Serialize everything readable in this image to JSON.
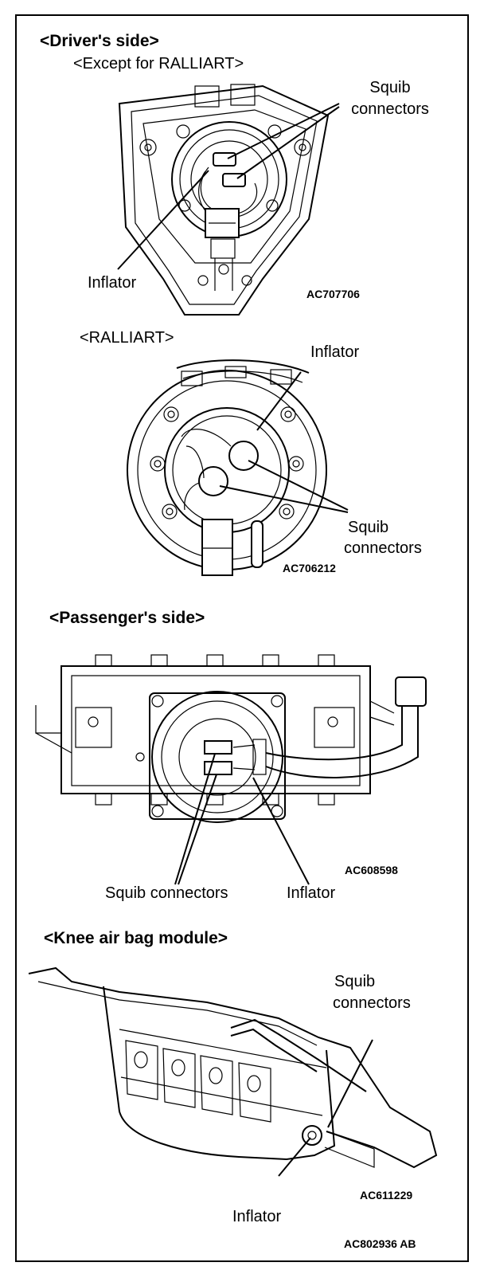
{
  "sections": {
    "driver": {
      "heading": "<Driver's side>",
      "except_ralliart": {
        "subheading": "<Except for RALLIART>",
        "squib_label_line1": "Squib",
        "squib_label_line2": "connectors",
        "inflator_label": "Inflator",
        "code": "AC707706"
      },
      "ralliart": {
        "subheading": "<RALLIART>",
        "inflator_label": "Inflator",
        "squib_label_line1": "Squib",
        "squib_label_line2": "connectors",
        "code": "AC706212"
      }
    },
    "passenger": {
      "heading": "<Passenger's side>",
      "squib_label": "Squib connectors",
      "inflator_label": "Inflator",
      "code": "AC608598"
    },
    "knee": {
      "heading": "<Knee air bag module>",
      "squib_label_line1": "Squib",
      "squib_label_line2": "connectors",
      "inflator_label": "Inflator",
      "code": "AC611229"
    }
  },
  "figure_code": "AC802936 AB"
}
